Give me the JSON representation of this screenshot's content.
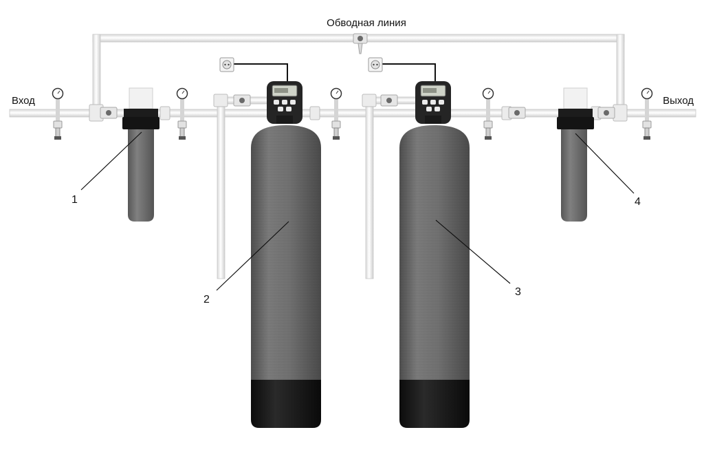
{
  "labels": {
    "bypass": "Обводная линия",
    "inlet": "Вход",
    "outlet": "Выход"
  },
  "callouts": [
    "1",
    "2",
    "3",
    "4"
  ],
  "colors": {
    "pipe": "#f3f3f3",
    "pipe_edge": "#c9c9c9",
    "tank": "#6e6e6e",
    "tank_base": "#161616",
    "filter_body": "#747474",
    "filter_head": "#1c1c1c",
    "controller": "#2a2a2a",
    "display": "#cfd3c8"
  },
  "icons": [
    "pressure-gauge-icon",
    "ball-valve-icon",
    "drain-valve-icon",
    "power-socket-icon",
    "control-valve-icon"
  ]
}
